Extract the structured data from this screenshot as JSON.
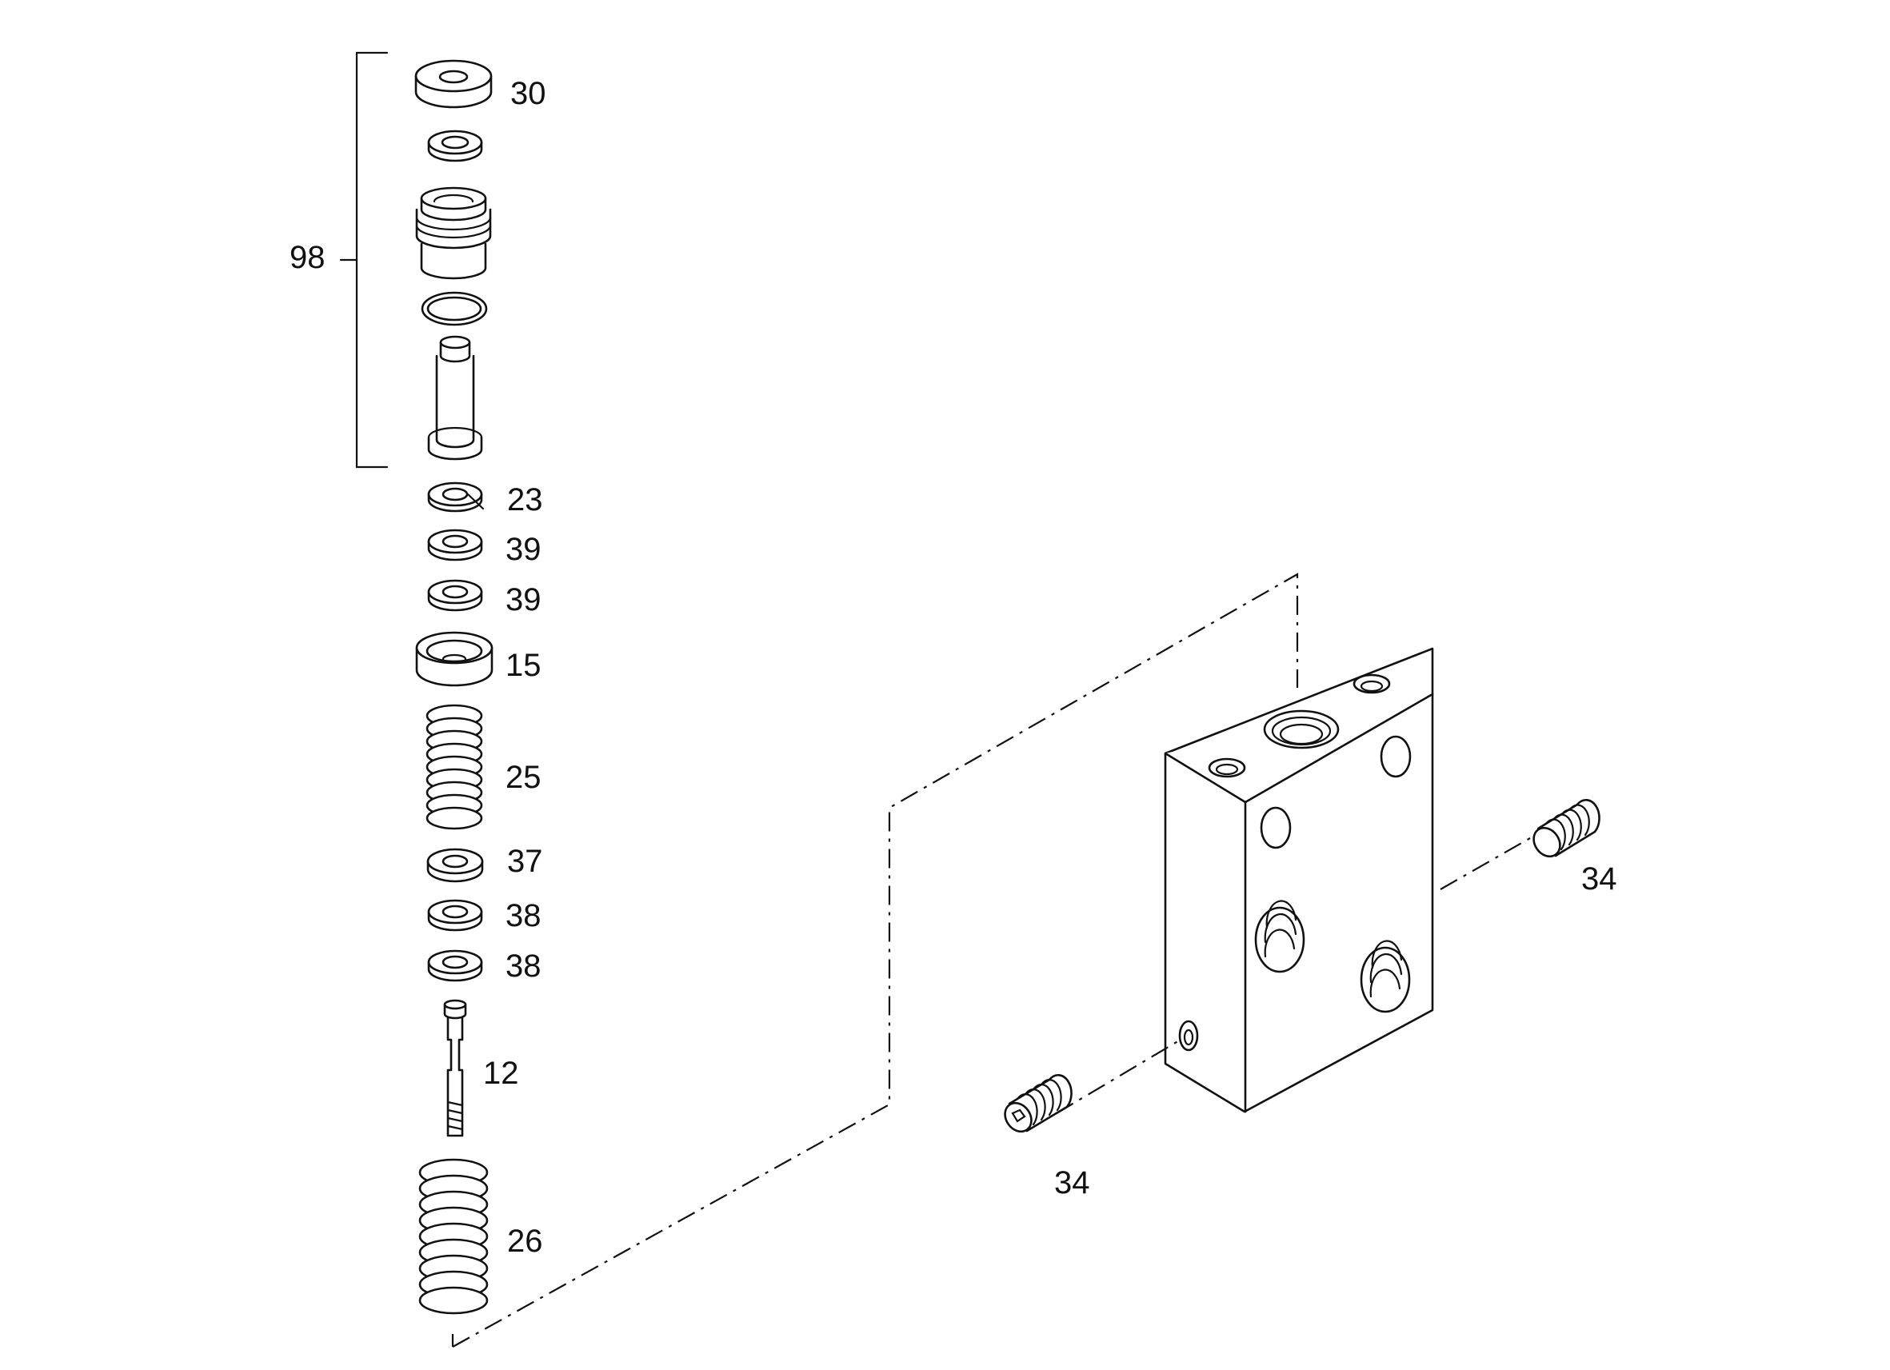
{
  "labels": {
    "p98": "98",
    "p30": "30",
    "p23": "23",
    "p39a": "39",
    "p39b": "39",
    "p15": "15",
    "p25": "25",
    "p37": "37",
    "p38a": "38",
    "p38b": "38",
    "p12": "12",
    "p26": "26",
    "p34a": "34",
    "p34b": "34"
  }
}
